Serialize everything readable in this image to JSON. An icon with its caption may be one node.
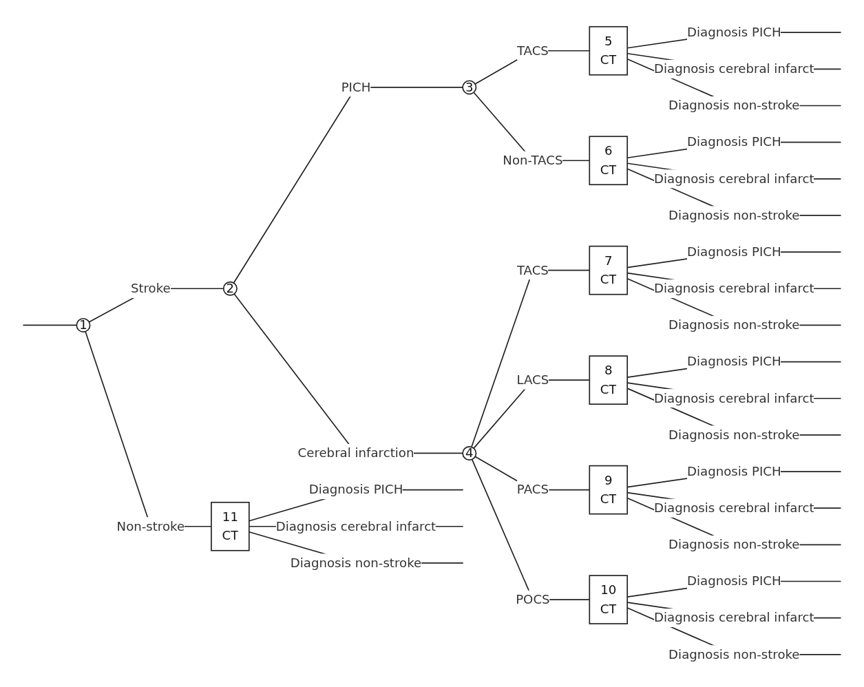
{
  "diagram": {
    "nodes": [
      {
        "text": [
          "1"
        ]
      },
      {
        "text": [
          "2"
        ]
      },
      {
        "text": [
          "3"
        ]
      },
      {
        "text": [
          "5",
          "CT"
        ]
      },
      {
        "text": [
          "6",
          "CT"
        ]
      },
      {
        "text": [
          "4"
        ]
      },
      {
        "text": [
          "7",
          "CT"
        ]
      },
      {
        "text": [
          "8",
          "CT"
        ]
      },
      {
        "text": [
          "9",
          "CT"
        ]
      },
      {
        "text": [
          "10",
          "CT"
        ]
      },
      {
        "text": [
          "11",
          "CT"
        ]
      }
    ],
    "edges": [
      {
        "from": null,
        "to": 0,
        "arrow": "none"
      },
      {
        "from": 0,
        "to": 1,
        "label": "Stroke",
        "arrow": "none"
      },
      {
        "from": 0,
        "to": 10,
        "label": "Non-stroke",
        "arrow": "none"
      },
      {
        "from": 1,
        "to": 2,
        "label": "PICH",
        "arrow": "none"
      },
      {
        "from": 1,
        "to": 5,
        "label": "Cerebral infarction",
        "arrow": "none"
      },
      {
        "from": 2,
        "to": 3,
        "label": "TACS",
        "arrow": "none"
      },
      {
        "from": 2,
        "to": 4,
        "label": "Non-TACS",
        "arrow": "none"
      },
      {
        "from": 5,
        "to": 6,
        "label": "TACS",
        "arrow": "none"
      },
      {
        "from": 5,
        "to": 7,
        "label": "LACS",
        "arrow": "none"
      },
      {
        "from": 5,
        "to": 8,
        "label": "PACS",
        "arrow": "none"
      },
      {
        "from": 5,
        "to": 9,
        "label": "POCS",
        "arrow": "none"
      },
      {
        "from": 3,
        "to": null,
        "label": "Diagnosis PICH",
        "arrow": "none"
      },
      {
        "from": 3,
        "to": null,
        "label": "Diagnosis cerebral infarct",
        "arrow": "none"
      },
      {
        "from": 3,
        "to": null,
        "label": "Diagnosis non-stroke",
        "arrow": "none"
      },
      {
        "from": 4,
        "to": null,
        "label": "Diagnosis PICH",
        "arrow": "none"
      },
      {
        "from": 4,
        "to": null,
        "label": "Diagnosis cerebral infarct",
        "arrow": "none"
      },
      {
        "from": 4,
        "to": null,
        "label": "Diagnosis non-stroke",
        "arrow": "none"
      },
      {
        "from": 6,
        "to": null,
        "label": "Diagnosis PICH",
        "arrow": "none"
      },
      {
        "from": 6,
        "to": null,
        "label": "Diagnosis cerebral infarct",
        "arrow": "none"
      },
      {
        "from": 6,
        "to": null,
        "label": "Diagnosis non-stroke",
        "arrow": "none"
      },
      {
        "from": 7,
        "to": null,
        "label": "Diagnosis PICH",
        "arrow": "none"
      },
      {
        "from": 7,
        "to": null,
        "label": "Diagnosis cerebral infarct",
        "arrow": "none"
      },
      {
        "from": 7,
        "to": null,
        "label": "Diagnosis non-stroke",
        "arrow": "none"
      },
      {
        "from": 8,
        "to": null,
        "label": "Diagnosis PICH",
        "arrow": "none"
      },
      {
        "from": 8,
        "to": null,
        "label": "Diagnosis cerebral infarct",
        "arrow": "none"
      },
      {
        "from": 8,
        "to": null,
        "label": "Diagnosis non-stroke",
        "arrow": "none"
      },
      {
        "from": 9,
        "to": null,
        "label": "Diagnosis PICH",
        "arrow": "none"
      },
      {
        "from": 9,
        "to": null,
        "label": "Diagnosis cerebral infarct",
        "arrow": "none"
      },
      {
        "from": 9,
        "to": null,
        "label": "Diagnosis non-stroke",
        "arrow": "none"
      },
      {
        "from": 10,
        "to": null,
        "label": "Diagnosis PICH",
        "arrow": "none"
      },
      {
        "from": 10,
        "to": null,
        "label": "Diagnosis cerebral infarct",
        "arrow": "none"
      },
      {
        "from": 10,
        "to": null,
        "label": "Diagnosis non-stroke",
        "arrow": "none"
      }
    ]
  }
}
